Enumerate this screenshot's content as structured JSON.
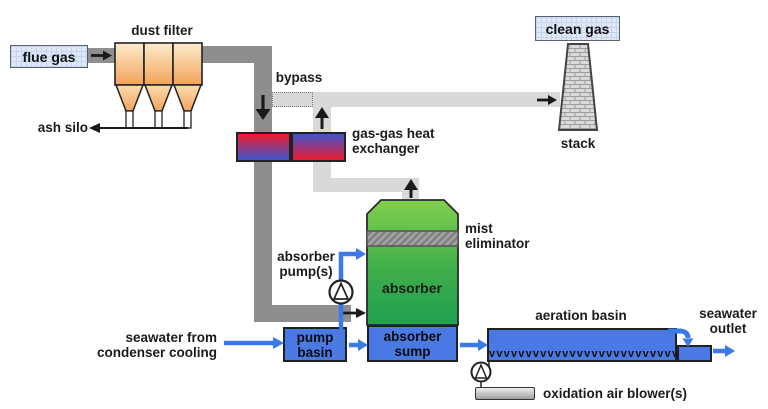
{
  "diagram": {
    "type": "process-flow-diagram",
    "subject": "seawater flue gas desulfurization plant"
  },
  "labels": {
    "flue_gas": "flue gas",
    "dust_filter": "dust filter",
    "ash_silo": "ash silo",
    "bypass": "bypass",
    "heat_exchanger": {
      "line1": "gas-gas heat",
      "line2": "exchanger"
    },
    "clean_gas": "clean gas",
    "stack": "stack",
    "mist_eliminator": {
      "line1": "mist",
      "line2": "eliminator"
    },
    "absorber": "absorber",
    "absorber_pumps": {
      "line1": "absorber",
      "line2": "pump(s)"
    },
    "seawater_inlet": {
      "line1": "seawater from",
      "line2": "condenser cooling"
    },
    "pump_basin": {
      "line1": "pump",
      "line2": "basin"
    },
    "absorber_sump": {
      "line1": "absorber",
      "line2": "sump"
    },
    "aeration_basin": "aeration basin",
    "seawater_outlet": {
      "line1": "seawater",
      "line2": "outlet"
    },
    "oxidation_blowers": "oxidation air blower(s)",
    "diffuser_row": "vvvvvvvvvvvvvvvvvvvvvvvvvv"
  },
  "colors": {
    "flue_gas_duct": "#8e8e8e",
    "clean_gas_duct": "#d9d9d9",
    "seawater_line": "#3a79e8",
    "basin_fill": "#4a79e4",
    "absorber_green_top": "#82cf4c",
    "absorber_green_bottom": "#1fa050",
    "hot_gas_red": "#ee1b2d",
    "cold_gas_blue": "#3d55cc",
    "hopper_gradient_top": "#fdeccd",
    "hopper_gradient_bottom": "#f3a259",
    "gas_label_box_fill": "#dfe8f8"
  }
}
